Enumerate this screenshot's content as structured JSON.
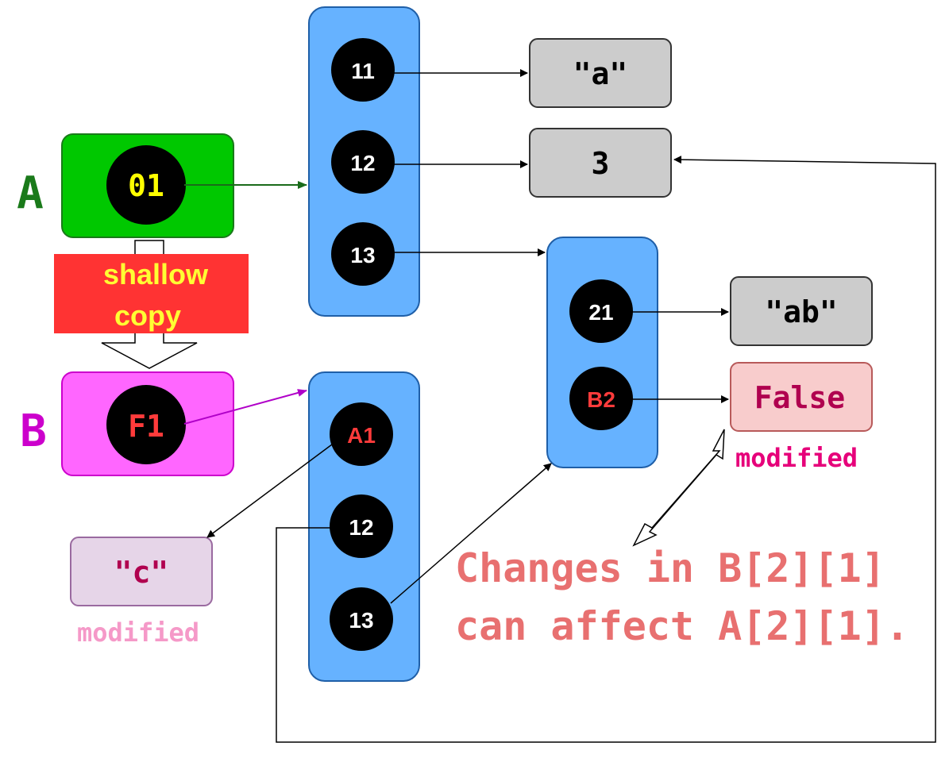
{
  "variables": {
    "a": {
      "label": "A",
      "address": "01",
      "color": "#1a7a1a",
      "box_color": "#00c800"
    },
    "b": {
      "label": "B",
      "address": "F1",
      "color": "#cc00cc",
      "box_color": "#ff66ff"
    }
  },
  "copy_label": {
    "line1": "shallow",
    "line2": "copy"
  },
  "list_a": {
    "items": [
      "11",
      "12",
      "13"
    ]
  },
  "list_b": {
    "items": [
      "A1",
      "12",
      "13"
    ]
  },
  "inner_list": {
    "items": [
      "21",
      "B2"
    ]
  },
  "values": {
    "a_str": "\"a\"",
    "three": "3",
    "ab_str": "\"ab\"",
    "false_val": "False",
    "c_str": "\"c\""
  },
  "notes": {
    "modified_false": "modified",
    "modified_c": "modified",
    "caption_line1": "Changes in B[2][1]",
    "caption_line2": "can affect A[2][1]."
  },
  "colors": {
    "list_fill": "#66b2ff",
    "list_stroke": "#1f5fa8",
    "value_fill": "#cccccc",
    "false_fill": "#f8cccc",
    "c_fill": "#e6d5e8",
    "copy_red": "#ff3333",
    "copy_text": "#ffff33",
    "address_yellow": "#ffff00",
    "address_red": "#ff3b3b",
    "caption": "#e87070",
    "modified_magenta": "#e6007a",
    "modified_pink": "#f599c8"
  }
}
